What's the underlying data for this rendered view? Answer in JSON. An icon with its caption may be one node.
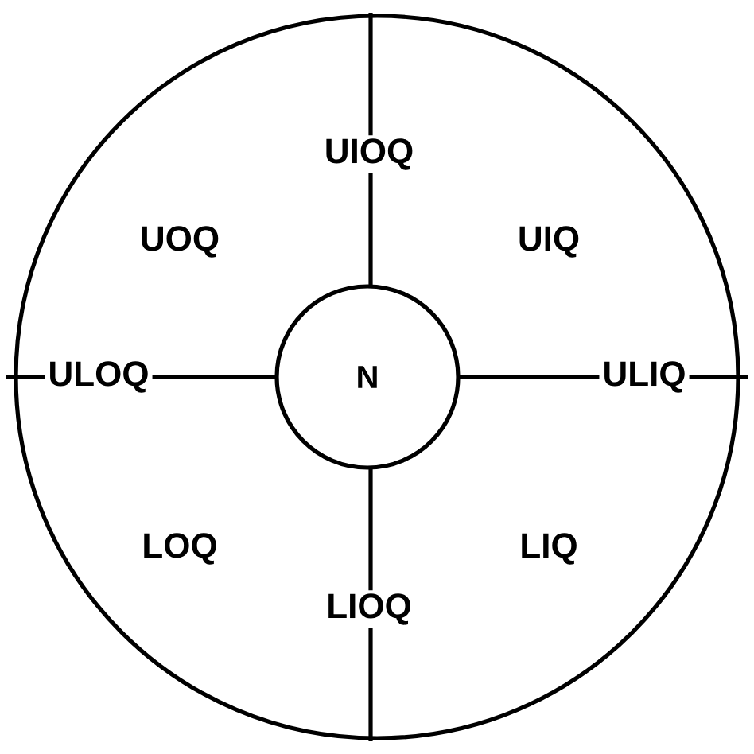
{
  "diagram": {
    "nodes": [
      {
        "text": [
          "N"
        ]
      }
    ],
    "labels": [
      "UIOQ",
      "UOQ",
      "UIQ",
      "ULOQ",
      "ULIQ",
      "LOQ",
      "LIQ",
      "LIOQ"
    ]
  }
}
